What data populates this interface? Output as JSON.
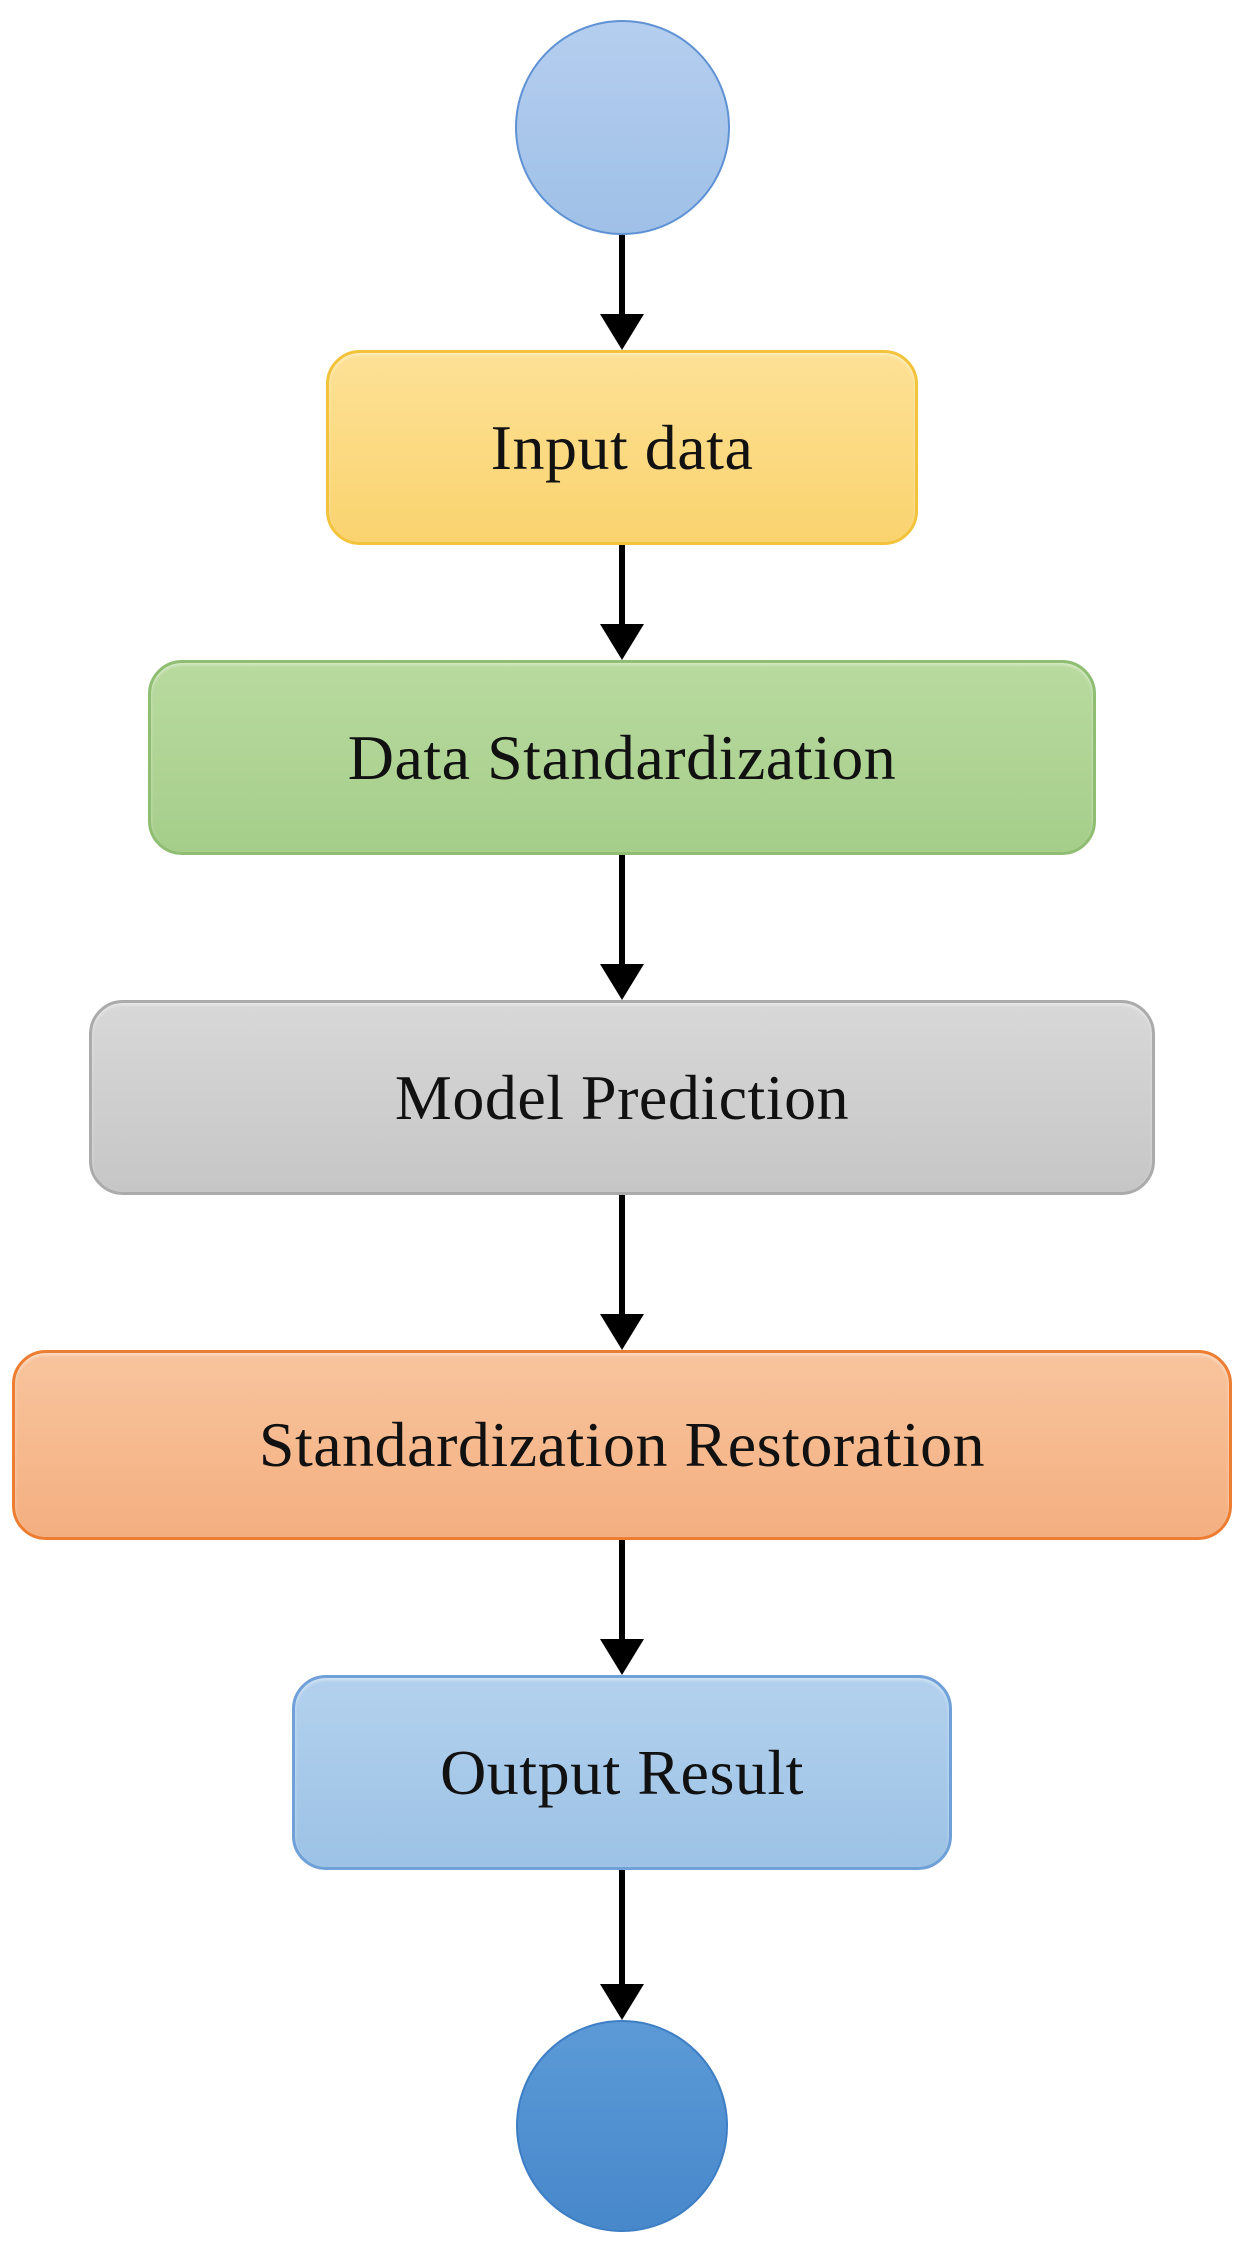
{
  "flowchart": {
    "background": "#FFFFFF",
    "text_color": "#111111",
    "arrow_color": "#000000",
    "nodes": [
      {
        "id": "start",
        "type": "terminator-circle",
        "label": "",
        "fill_top": "#B5CEEF",
        "fill_bottom": "#9FC0E7",
        "border": "#5E92D4"
      },
      {
        "id": "input-data",
        "type": "process",
        "label": "Input data",
        "fill_top": "#FDE196",
        "fill_bottom": "#FAD36E",
        "border": "#F3C33C"
      },
      {
        "id": "data-standardization",
        "type": "process",
        "label": "Data Standardization",
        "fill_top": "#B9DA9F",
        "fill_bottom": "#A5CE8A",
        "border": "#8FBE72"
      },
      {
        "id": "model-prediction",
        "type": "process",
        "label": "Model Prediction",
        "fill_top": "#D8D8D8",
        "fill_bottom": "#C6C6C6",
        "border": "#ABABAB"
      },
      {
        "id": "standardization-restoration",
        "type": "process",
        "label": "Standardization Restoration",
        "fill_top": "#F8C49D",
        "fill_bottom": "#F4AF80",
        "border": "#ED7D31"
      },
      {
        "id": "output-result",
        "type": "process",
        "label": "Output Result",
        "fill_top": "#B3D1EE",
        "fill_bottom": "#9CC2E5",
        "border": "#6FA0D8"
      },
      {
        "id": "end",
        "type": "terminator-circle",
        "label": "",
        "fill_top": "#5C9AD7",
        "fill_bottom": "#4788CB",
        "border": "#3D7EC4"
      }
    ],
    "edges": [
      {
        "from": "start",
        "to": "input-data"
      },
      {
        "from": "input-data",
        "to": "data-standardization"
      },
      {
        "from": "data-standardization",
        "to": "model-prediction"
      },
      {
        "from": "model-prediction",
        "to": "standardization-restoration"
      },
      {
        "from": "standardization-restoration",
        "to": "output-result"
      },
      {
        "from": "output-result",
        "to": "end"
      }
    ]
  }
}
